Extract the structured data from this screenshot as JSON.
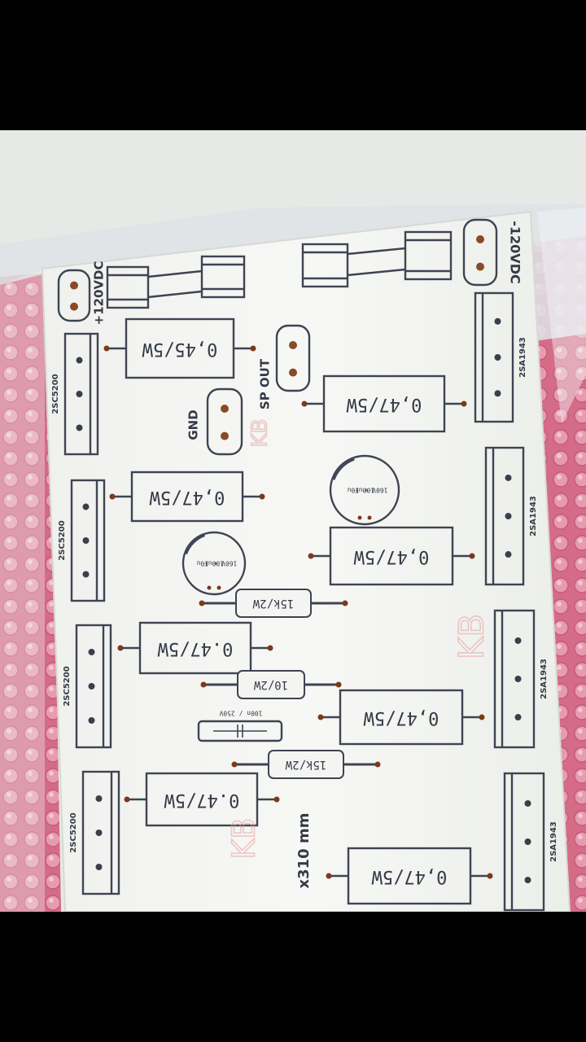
{
  "image": {
    "subject": "bare amplifier printed circuit board with silkscreen, resting on pink plastic bubble packaging",
    "colors": {
      "board": "#f3f4f1",
      "silkscreen": "#3e4452",
      "copper_pad": "#7a3a1c",
      "packaging": "#d9708c",
      "background": "#e6e9e6",
      "kb_mark": "#e8a0a0"
    }
  },
  "pcb": {
    "power_pos": "+120VDC",
    "power_neg": "-120VDC",
    "sp_out": "SP OUT",
    "gnd": "GND",
    "transistor_left": "2SC5200",
    "transistor_right": "2SA1943",
    "res_045": "0,45/5W",
    "res_047a": "0,47/5W",
    "res_047b": "0.47/5W",
    "res_15k": "15k/2W",
    "res_10": "10/2W",
    "cap_small": "100n / 250V",
    "cap_elec": [
      "10u",
      "100uF",
      "160V"
    ],
    "size": "x310 mm",
    "kb_mark": "KB"
  }
}
